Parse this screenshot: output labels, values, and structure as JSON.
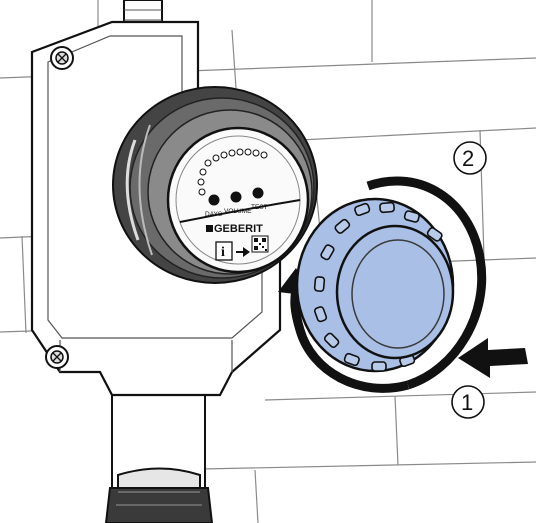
{
  "device": {
    "brand": "GEBERIT",
    "buttons": [
      "DAYS",
      "VOLUME",
      "TEST"
    ],
    "info_icon": "i"
  },
  "steps": [
    "1",
    "2"
  ],
  "icons": {
    "arrow_push": "arrow-right-icon",
    "arrow_rotate": "rotate-arrow-icon",
    "qr": "qr-code-icon",
    "info": "info-icon"
  },
  "colors": {
    "cap_fill": "#a9bfe6",
    "line": "#111111",
    "background": "#ffffff"
  }
}
